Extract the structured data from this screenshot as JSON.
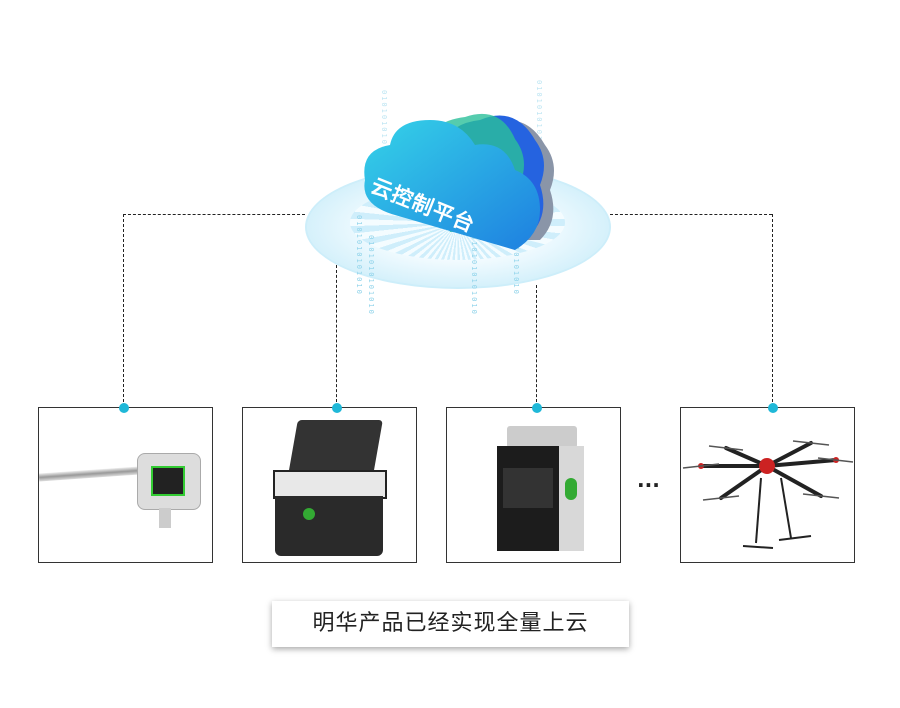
{
  "platform": {
    "title": "云控制平台",
    "binary_stream": "0101010101010"
  },
  "devices": [
    {
      "name": "pipe-probe-analyzer"
    },
    {
      "name": "portable-case-analyzer"
    },
    {
      "name": "desktop-analyzer"
    },
    {
      "name": "drone"
    }
  ],
  "ellipsis": "...",
  "caption": "明华产品已经实现全量上云",
  "colors": {
    "connector_dot": "#1fb8d8",
    "cloud": "#2aa6e6"
  }
}
